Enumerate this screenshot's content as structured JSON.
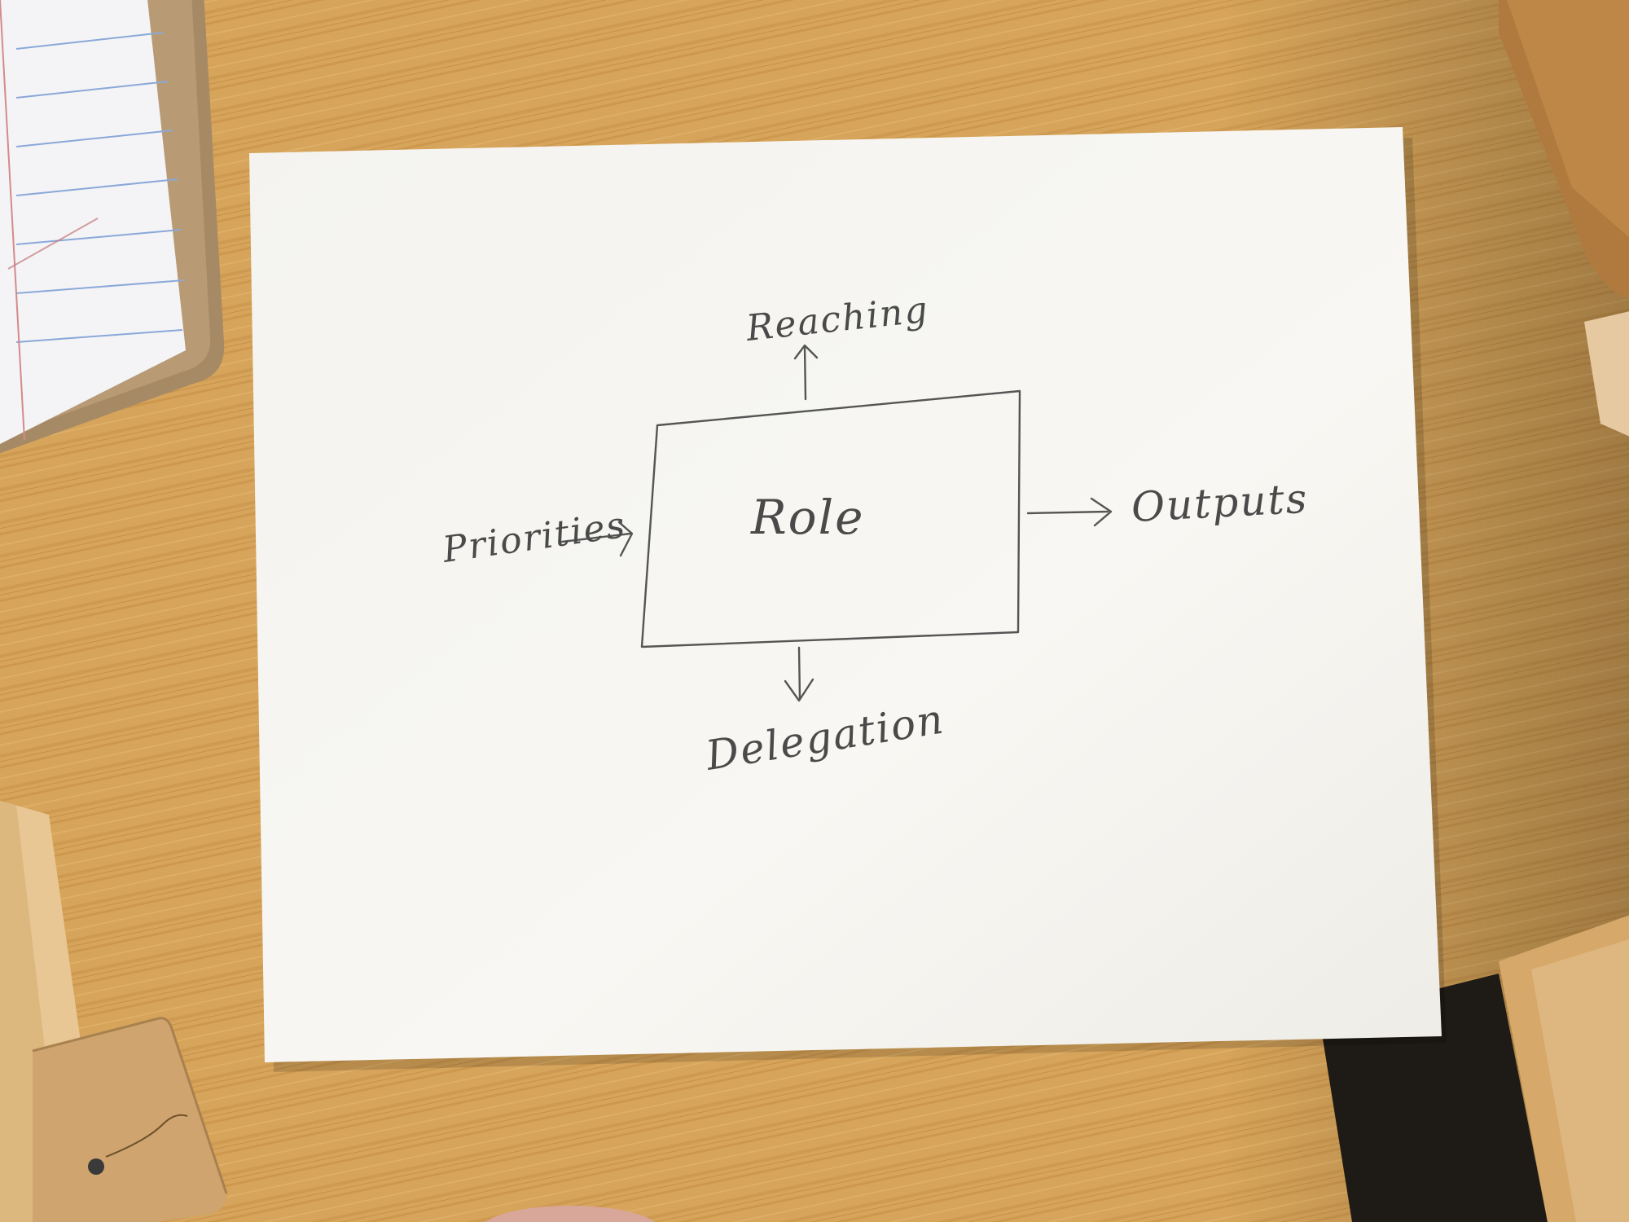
{
  "diagram": {
    "center_label": "Role",
    "top_label": "Reaching",
    "left_label": "Priorities",
    "right_label": "Outputs",
    "bottom_label": "Delegation"
  },
  "colors": {
    "desk": "#d4a056",
    "paper": "#f7f6f2",
    "pencil": "#555555"
  }
}
